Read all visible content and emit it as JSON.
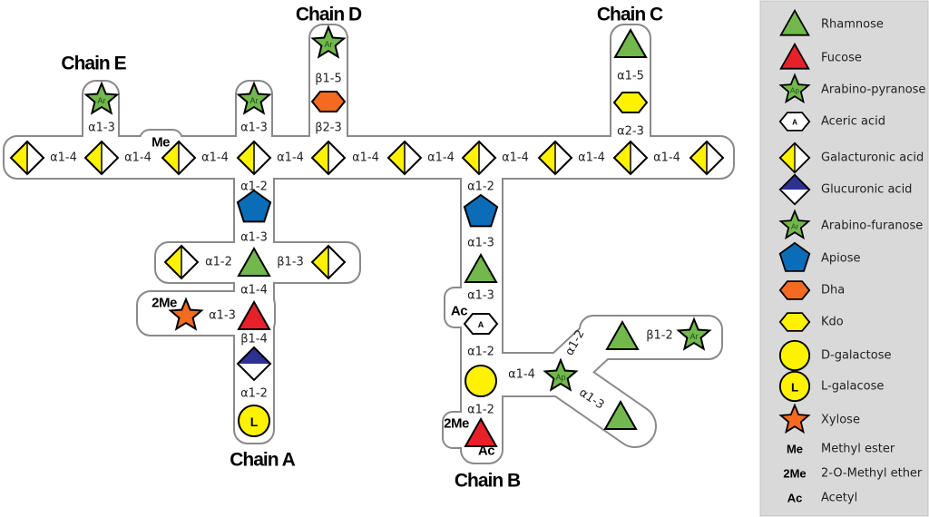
{
  "colors": {
    "green": "#72b84c",
    "red": "#e8202a",
    "yellow": "#fff200",
    "blue": "#0b6db7",
    "orange": "#f26b21",
    "navy": "#2e3192",
    "outline": "#8a8a8a",
    "legend_bg": "#d9d9d9"
  },
  "chain_titles": [
    "Chain E",
    "Chain D",
    "Chain C",
    "Chain A",
    "Chain B"
  ],
  "nodes": [
    "gala",
    "gala",
    "gala",
    "gala",
    "gala",
    "gala",
    "gala",
    "gala",
    "gala",
    "gala",
    "araf",
    "araf",
    "araf",
    "dha",
    "rha",
    "kdo",
    "api",
    "gala",
    "rha",
    "gala",
    "xyl",
    "fuc",
    "glca",
    "lgal",
    "api",
    "rha",
    "acea",
    "dgal",
    "arap",
    "fuc",
    "rha",
    "araf",
    "rha"
  ],
  "linkages": [
    "α1-4",
    "α1-4",
    "α1-4",
    "α1-4",
    "α1-4",
    "α1-4",
    "α1-4",
    "α1-4",
    "α1-4",
    "α1-3",
    "α1-3",
    "β1-5",
    "β2-3",
    "α1-5",
    "α2-3",
    "α1-2",
    "α1-3",
    "α1-2",
    "β1-3",
    "α1-4",
    "α1-3",
    "β1-4",
    "α1-2",
    "α1-2",
    "α1-3",
    "α1-3",
    "α1-2",
    "α1-4",
    "α1-2",
    "β1-2",
    "α1-2",
    "α1-3"
  ],
  "modifications": [
    "Me",
    "2Me",
    "Ac",
    "2Me",
    "Ac"
  ],
  "legend": [
    {
      "shape": "rha",
      "label": "Rhamnose"
    },
    {
      "shape": "fuc",
      "label": "Fucose"
    },
    {
      "shape": "arap",
      "label": "Arabino-pyranose"
    },
    {
      "shape": "acea",
      "label": "Aceric acid"
    },
    {
      "shape": "gala",
      "label": "Galacturonic acid"
    },
    {
      "shape": "glca",
      "label": "Glucuronic acid"
    },
    {
      "shape": "araf",
      "label": "Arabino-furanose"
    },
    {
      "shape": "api",
      "label": "Apiose"
    },
    {
      "shape": "dha",
      "label": "Dha"
    },
    {
      "shape": "kdo",
      "label": "Kdo"
    },
    {
      "shape": "dgal",
      "label": "D-galactose"
    },
    {
      "shape": "lgal",
      "label": "L-galacose"
    },
    {
      "shape": "xyl",
      "label": "Xylose"
    },
    {
      "tag": "Me",
      "label": "Methyl ester"
    },
    {
      "tag": "2Me",
      "label": "2-O-Methyl ether"
    },
    {
      "tag": "Ac",
      "label": "Acetyl"
    }
  ],
  "glyph_text": {
    "araf": "Ar",
    "arap": "Ap",
    "acea": "A",
    "lgal": "L"
  }
}
